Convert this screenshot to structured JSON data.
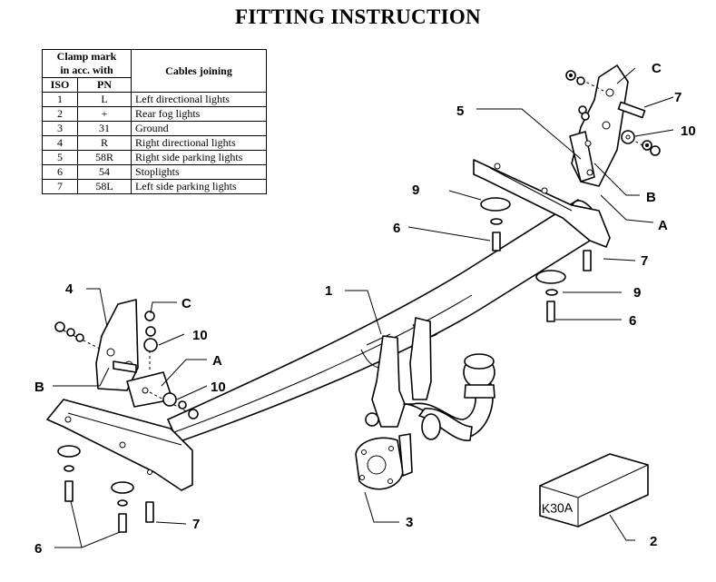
{
  "title": "FITTING INSTRUCTION",
  "table": {
    "header_clamp": "Clamp mark",
    "header_clamp2": "in acc. with",
    "header_cables": "Cables joining",
    "header_iso": "ISO",
    "header_pn": "PN",
    "rows": [
      {
        "iso": "1",
        "pn": "L",
        "desc": "Left directional lights"
      },
      {
        "iso": "2",
        "pn": "+",
        "desc": "Rear fog lights"
      },
      {
        "iso": "3",
        "pn": "31",
        "desc": "Ground"
      },
      {
        "iso": "4",
        "pn": "R",
        "desc": "Right directional lights"
      },
      {
        "iso": "5",
        "pn": "58R",
        "desc": "Right side parking lights"
      },
      {
        "iso": "6",
        "pn": "54",
        "desc": "Stoplights"
      },
      {
        "iso": "7",
        "pn": "58L",
        "desc": "Left side parking lights"
      }
    ]
  },
  "box_label": "K30A",
  "callouts": {
    "c1": "1",
    "c2": "2",
    "c3": "3",
    "c4": "4",
    "c5": "5",
    "c6a": "6",
    "c6b": "6",
    "c6c": "6",
    "c7a": "7",
    "c7b": "7",
    "c7c": "7",
    "c9a": "9",
    "c9b": "9",
    "c10a": "10",
    "c10b": "10",
    "c10c": "10",
    "cAa": "A",
    "cAb": "A",
    "cBa": "B",
    "cBb": "B",
    "cCa": "C",
    "cCb": "C"
  }
}
